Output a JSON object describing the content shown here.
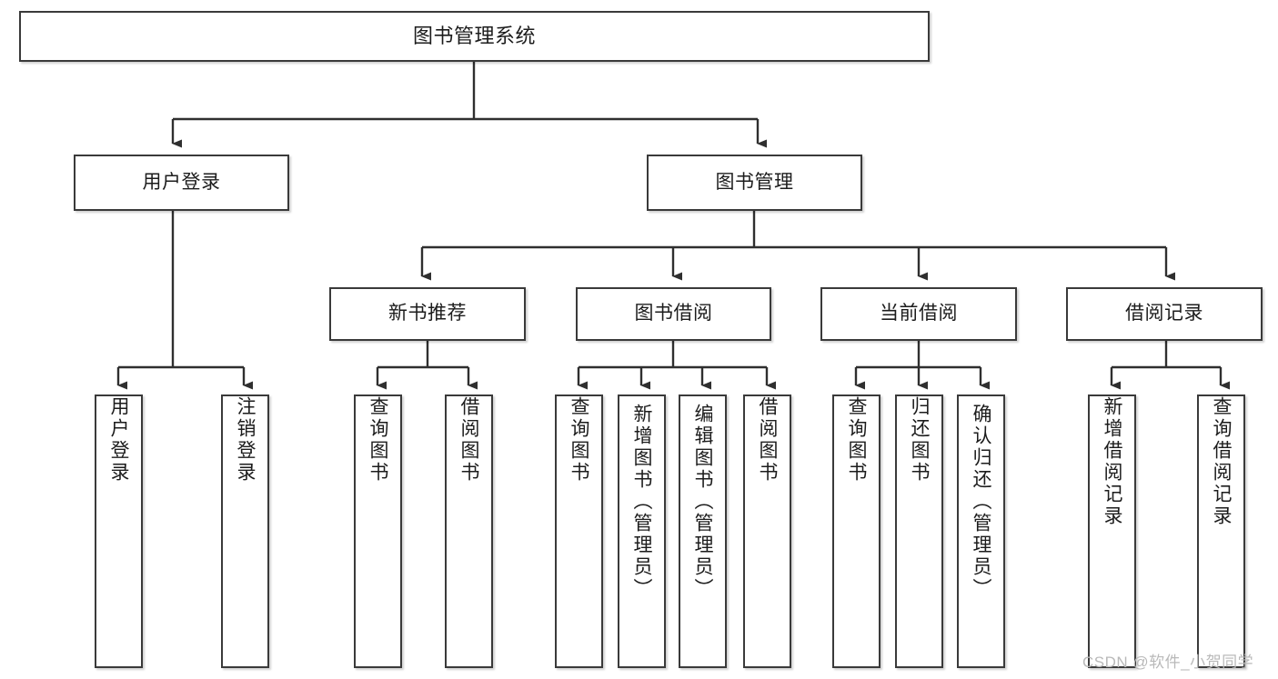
{
  "diagram": {
    "type": "tree-hierarchy",
    "title": "图书管理系统",
    "root": {
      "id": "root",
      "label": "图书管理系统"
    },
    "level1": [
      {
        "id": "user-login",
        "label": "用户登录"
      },
      {
        "id": "book-management",
        "label": "图书管理"
      }
    ],
    "level2": [
      {
        "id": "new-book-recommend",
        "label": "新书推荐",
        "parent": "book-management"
      },
      {
        "id": "book-borrow",
        "label": "图书借阅",
        "parent": "book-management"
      },
      {
        "id": "current-borrow",
        "label": "当前借阅",
        "parent": "book-management"
      },
      {
        "id": "borrow-record",
        "label": "借阅记录",
        "parent": "book-management"
      }
    ],
    "leaves": {
      "user-login": [
        {
          "id": "leaf-user-login",
          "label": "用户登录"
        },
        {
          "id": "leaf-logout",
          "label": "注销登录"
        }
      ],
      "new-book-recommend": [
        {
          "id": "leaf-query-book-1",
          "label": "查询图书"
        },
        {
          "id": "leaf-borrow-book-1",
          "label": "借阅图书"
        }
      ],
      "book-borrow": [
        {
          "id": "leaf-query-book-2",
          "label": "查询图书"
        },
        {
          "id": "leaf-add-book-admin",
          "label": "新增图书（管理员）"
        },
        {
          "id": "leaf-edit-book-admin",
          "label": "编辑图书（管理员）"
        },
        {
          "id": "leaf-borrow-book-2",
          "label": "借阅图书"
        }
      ],
      "current-borrow": [
        {
          "id": "leaf-query-book-3",
          "label": "查询图书"
        },
        {
          "id": "leaf-return-book",
          "label": "归还图书"
        },
        {
          "id": "leaf-confirm-return-admin",
          "label": "确认归还（管理员）"
        }
      ],
      "borrow-record": [
        {
          "id": "leaf-add-record",
          "label": "新增借阅记录"
        },
        {
          "id": "leaf-query-record",
          "label": "查询借阅记录"
        }
      ]
    }
  },
  "watermark": {
    "text": "CSDN @软件_小贺同学"
  },
  "colors": {
    "stroke": "#3a3a3a",
    "fill": "#ffffff",
    "text": "#1c1c1c",
    "watermark": "#b9b9b9"
  }
}
